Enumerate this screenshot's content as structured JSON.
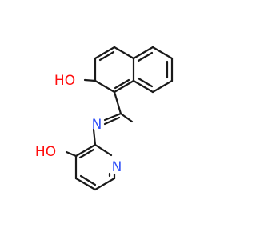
{
  "atoms": {
    "oh_top": {
      "text": "HO",
      "color": "#ff0d0d"
    },
    "imine_n": {
      "text": "N",
      "color": "#3050f8"
    },
    "oh_bottom": {
      "text": "HO",
      "color": "#ff0d0d"
    },
    "pyridine_n": {
      "text": "N",
      "color": "#3050f8"
    }
  },
  "colors": {
    "bond": "#1a1a1a",
    "oxygen": "#ff0d0d",
    "nitrogen": "#3050f8"
  }
}
